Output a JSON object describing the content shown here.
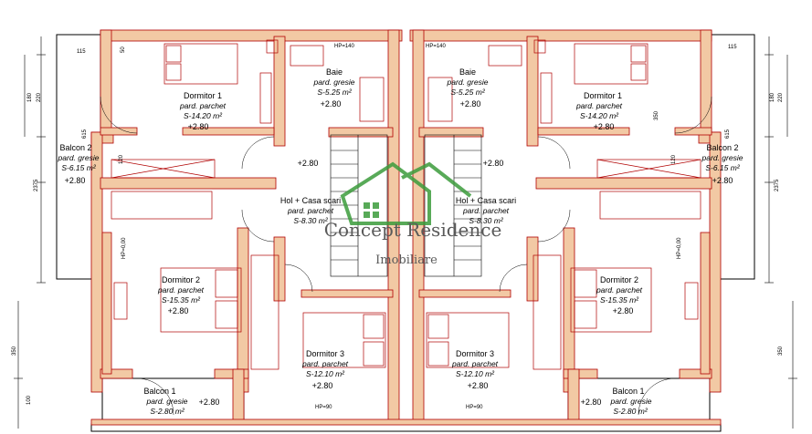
{
  "colors": {
    "wall": "#f2c9a4",
    "wall_outline": "#b00000",
    "furniture": "#b00000",
    "dimension": "#000000",
    "watermark_text": "#5a5a5a",
    "watermark_logo": "#3c9c3c"
  },
  "watermark": {
    "title": "Concept Residence",
    "subtitle": "Imobiliare"
  },
  "left_unit": {
    "dormitor1": {
      "name": "Dormitor 1",
      "finish": "pard. parchet",
      "area": "S-14.20 m²",
      "height": "+2.80"
    },
    "baie": {
      "name": "Baie",
      "finish": "pard. gresie",
      "area": "S-5.25 m²",
      "height": "+2.80"
    },
    "balcon2": {
      "name": "Balcon 2",
      "finish": "pard. gresie",
      "area": "S-6.15 m²",
      "height": "+2.80"
    },
    "hol": {
      "name": "Hol + Casa scari",
      "finish": "pard. parchet",
      "area": "S-8.30 m²",
      "height": "+2.80"
    },
    "dormitor2": {
      "name": "Dormitor 2",
      "finish": "pard. parchet",
      "area": "S-15.35 m²",
      "height": "+2.80"
    },
    "dormitor3": {
      "name": "Dormitor 3",
      "finish": "pard. parchet",
      "area": "S-12.10 m²",
      "height": "+2.80"
    },
    "balcon1": {
      "name": "Balcon 1",
      "finish": "pard. gresie",
      "area": "S-2.80 m²",
      "height": "+2.80"
    }
  },
  "right_unit": {
    "dormitor1": {
      "name": "Dormitor 1",
      "finish": "pard. parchet",
      "area": "S-14.20 m²",
      "height": "+2.80"
    },
    "baie": {
      "name": "Baie",
      "finish": "pard. gresie",
      "area": "S-5.25 m²",
      "height": "+2.80"
    },
    "balcon2": {
      "name": "Balcon 2",
      "finish": "pard. gresie",
      "area": "S-6.15 m²",
      "height": "+2.80"
    },
    "hol": {
      "name": "Hol + Casa scari",
      "finish": "pard. parchet",
      "area": "S-8.30 m²",
      "height": "+2.80"
    },
    "dormitor2": {
      "name": "Dormitor 2",
      "finish": "pard. parchet",
      "area": "S-15.35 m²",
      "height": "+2.80"
    },
    "dormitor3": {
      "name": "Dormitor 3",
      "finish": "pard. parchet",
      "area": "S-12.10 m²",
      "height": "+2.80"
    },
    "balcon1": {
      "name": "Balcon 1",
      "finish": "pard. gresie",
      "area": "S-2.80 m²",
      "height": "+2.80"
    }
  },
  "dimensions": {
    "d115": "115",
    "d50": "50",
    "d180": "180",
    "d220": "220",
    "d615": "615",
    "d2375": "2375",
    "d120": "120",
    "d350": "350",
    "d100": "100",
    "hp140": "HP=140",
    "hp0": "HP=0,00",
    "hp90": "HP=90"
  }
}
